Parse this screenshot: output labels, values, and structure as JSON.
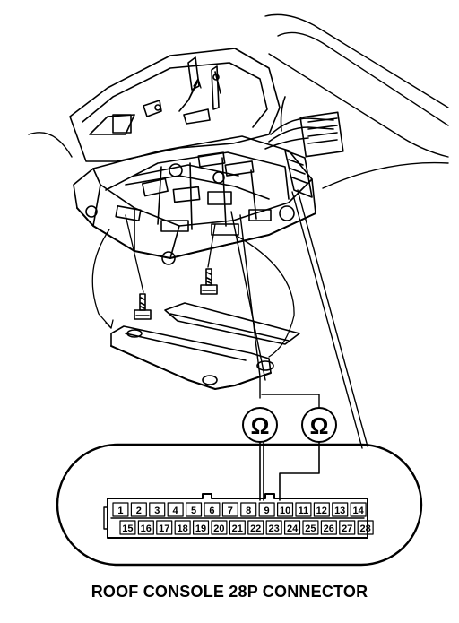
{
  "diagram": {
    "caption": "ROOF CONSOLE 28P CONNECTOR",
    "ohm_symbol": "Ω",
    "meters": 2,
    "connector": {
      "top_row": [
        "1",
        "2",
        "3",
        "4",
        "5",
        "6",
        "7",
        "8",
        "9",
        "10",
        "11",
        "12",
        "13",
        "14"
      ],
      "bottom_row": [
        "15",
        "16",
        "17",
        "18",
        "19",
        "20",
        "21",
        "22",
        "23",
        "24",
        "25",
        "26",
        "27",
        "28"
      ]
    },
    "colors": {
      "ink": "#000000",
      "paper": "#ffffff"
    }
  }
}
